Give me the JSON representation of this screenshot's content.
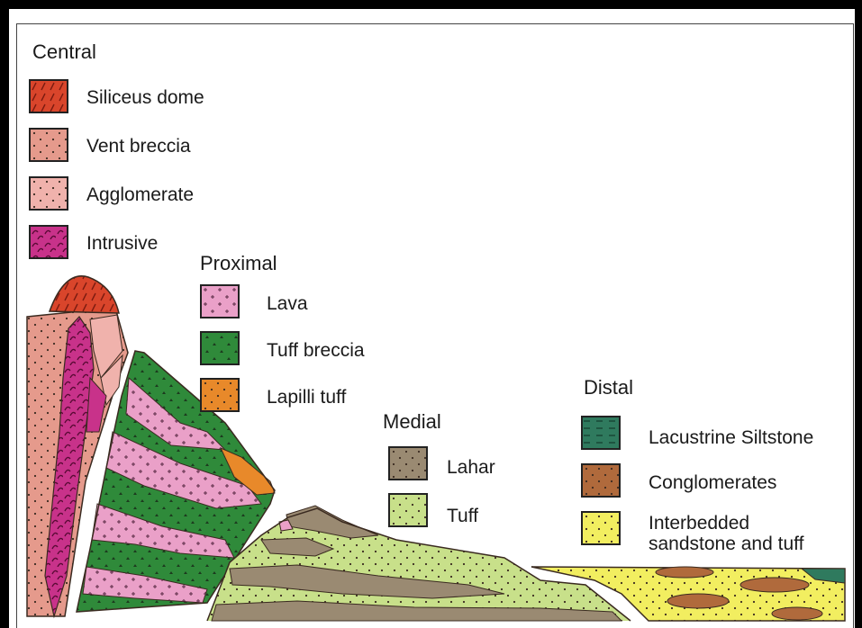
{
  "groups": {
    "central": {
      "title": "Central",
      "items": [
        "Siliceus dome",
        "Vent breccia",
        "Agglomerate",
        "Intrusive"
      ]
    },
    "proximal": {
      "title": "Proximal",
      "items": [
        "Lava",
        "Tuff breccia",
        "Lapilli tuff"
      ]
    },
    "medial": {
      "title": "Medial",
      "items": [
        "Lahar",
        "Tuff"
      ]
    },
    "distal": {
      "title": "Distal",
      "items": [
        "Lacustrine Siltstone",
        "Conglomerates",
        "Interbedded",
        "sandstone and tuff"
      ]
    }
  },
  "colors": {
    "siliceous_dome": "#d9452b",
    "vent_breccia": "#e59a8c",
    "agglomerate": "#f0b2ac",
    "intrusive": "#c8328a",
    "lava": "#eaa0c8",
    "tuff_breccia": "#2f8a3a",
    "lapilli_tuff": "#e8892a",
    "lahar": "#9a8a72",
    "tuff": "#c8e08a",
    "lacustrine_siltstone": "#2f7a5e",
    "conglomerates": "#b06a3c",
    "interbedded": "#f2ee60"
  },
  "icons": [
    "volcanic-cross-section"
  ]
}
